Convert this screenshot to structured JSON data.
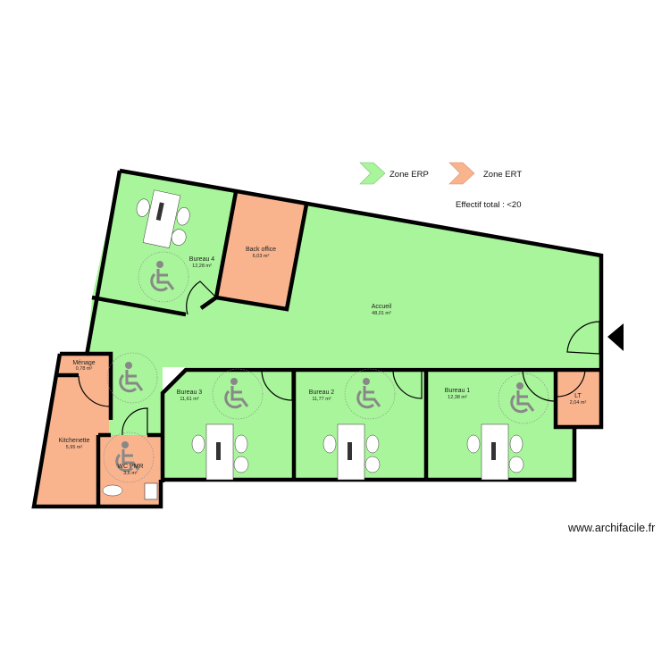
{
  "legend": {
    "items": [
      {
        "label": "Zone ERP",
        "color": "#a9f59b"
      },
      {
        "label": "Zone ERT",
        "color": "#f9b48e"
      }
    ],
    "effectif": "Effectif total : <20"
  },
  "colors": {
    "erp": "#a9f59b",
    "ert": "#f9b48e",
    "wall": "#000000",
    "accessibility": "#888888"
  },
  "rooms": [
    {
      "name": "Bureau 4",
      "area": "12,28 m²",
      "zone": "ERP"
    },
    {
      "name": "Back office",
      "area": "6,03 m²",
      "zone": "ERT"
    },
    {
      "name": "Accueil",
      "area": "48,01 m²",
      "zone": "ERP"
    },
    {
      "name": "Ménage",
      "area": "0,78 m²",
      "zone": "ERT"
    },
    {
      "name": "Kitchenette",
      "area": "5,95 m²",
      "zone": "ERT"
    },
    {
      "name": "WC PMR",
      "area": "3,6 m²",
      "zone": "ERT"
    },
    {
      "name": "Bureau 3",
      "area": "11,61 m²",
      "zone": "ERP"
    },
    {
      "name": "Bureau 2",
      "area": "11,77 m²",
      "zone": "ERP"
    },
    {
      "name": "Bureau 1",
      "area": "12,38 m²",
      "zone": "ERP"
    },
    {
      "name": "LT",
      "area": "2,04 m²",
      "zone": "ERT"
    }
  ],
  "icons": {
    "accessibility": "wheelchair-icon",
    "entrance": "entrance-arrow-icon"
  },
  "watermark": "www.archifacile.fr"
}
